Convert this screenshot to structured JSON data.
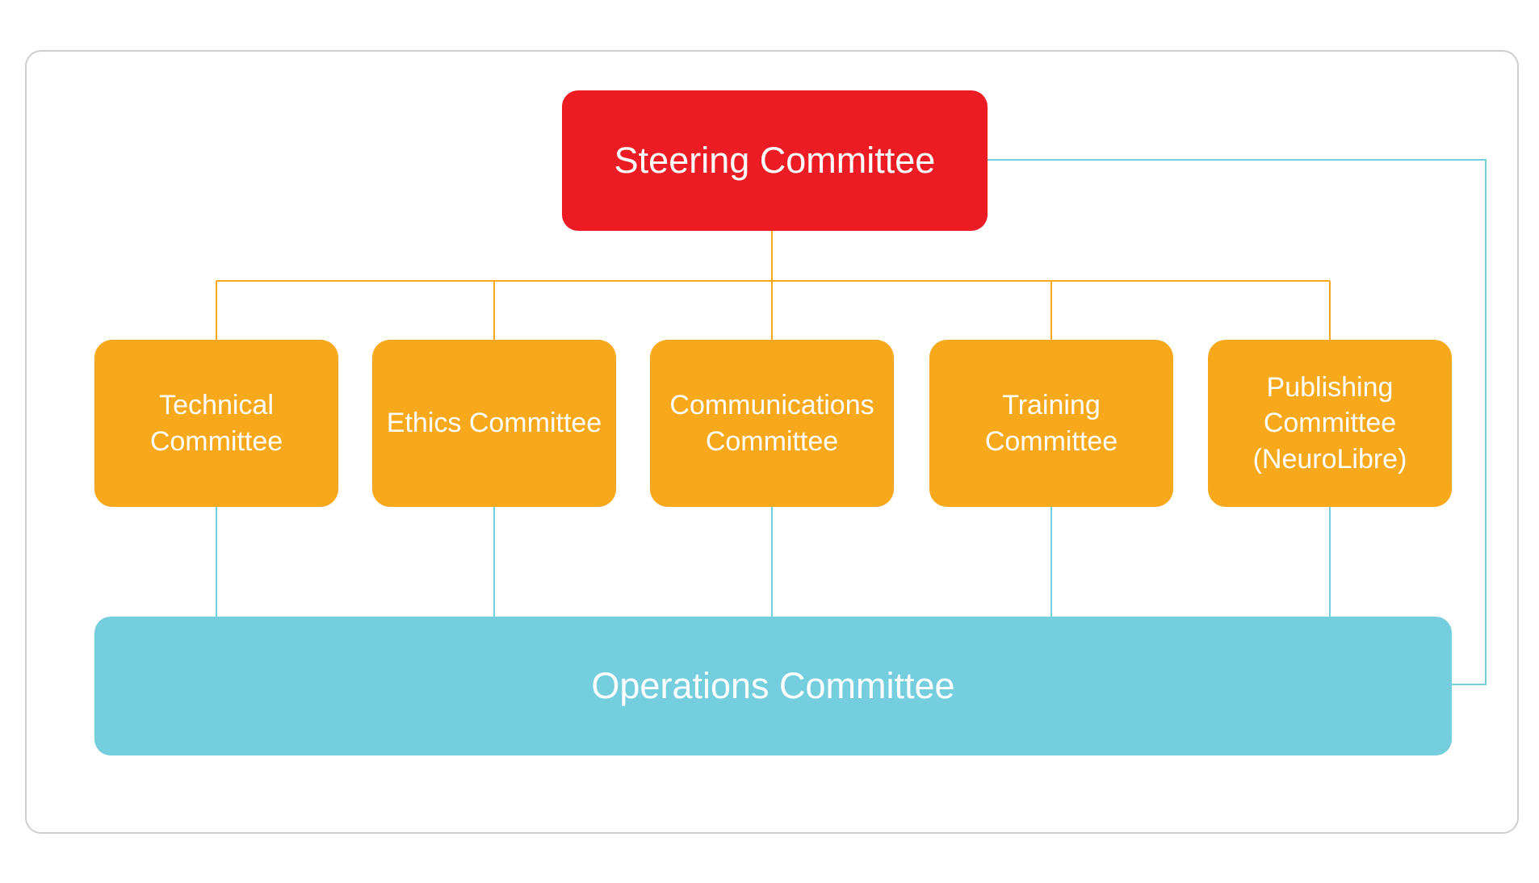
{
  "colors": {
    "steering": "#ed1c24",
    "subcommittee": "#f7a81b",
    "operations": "#74cedd",
    "orange_connector": "#f7a81b",
    "blue_connector": "#74cedd",
    "frame_border": "#cfcfcf",
    "text": "#ffffff"
  },
  "steering_committee": {
    "label": "Steering Committee"
  },
  "committees": [
    {
      "label": "Technical Committee"
    },
    {
      "label": "Ethics Committee"
    },
    {
      "label": "Communications Committee"
    },
    {
      "label": "Training Committee"
    },
    {
      "label": "Publishing Committee (NeuroLibre)"
    }
  ],
  "operations_committee": {
    "label": "Operations Committee"
  }
}
